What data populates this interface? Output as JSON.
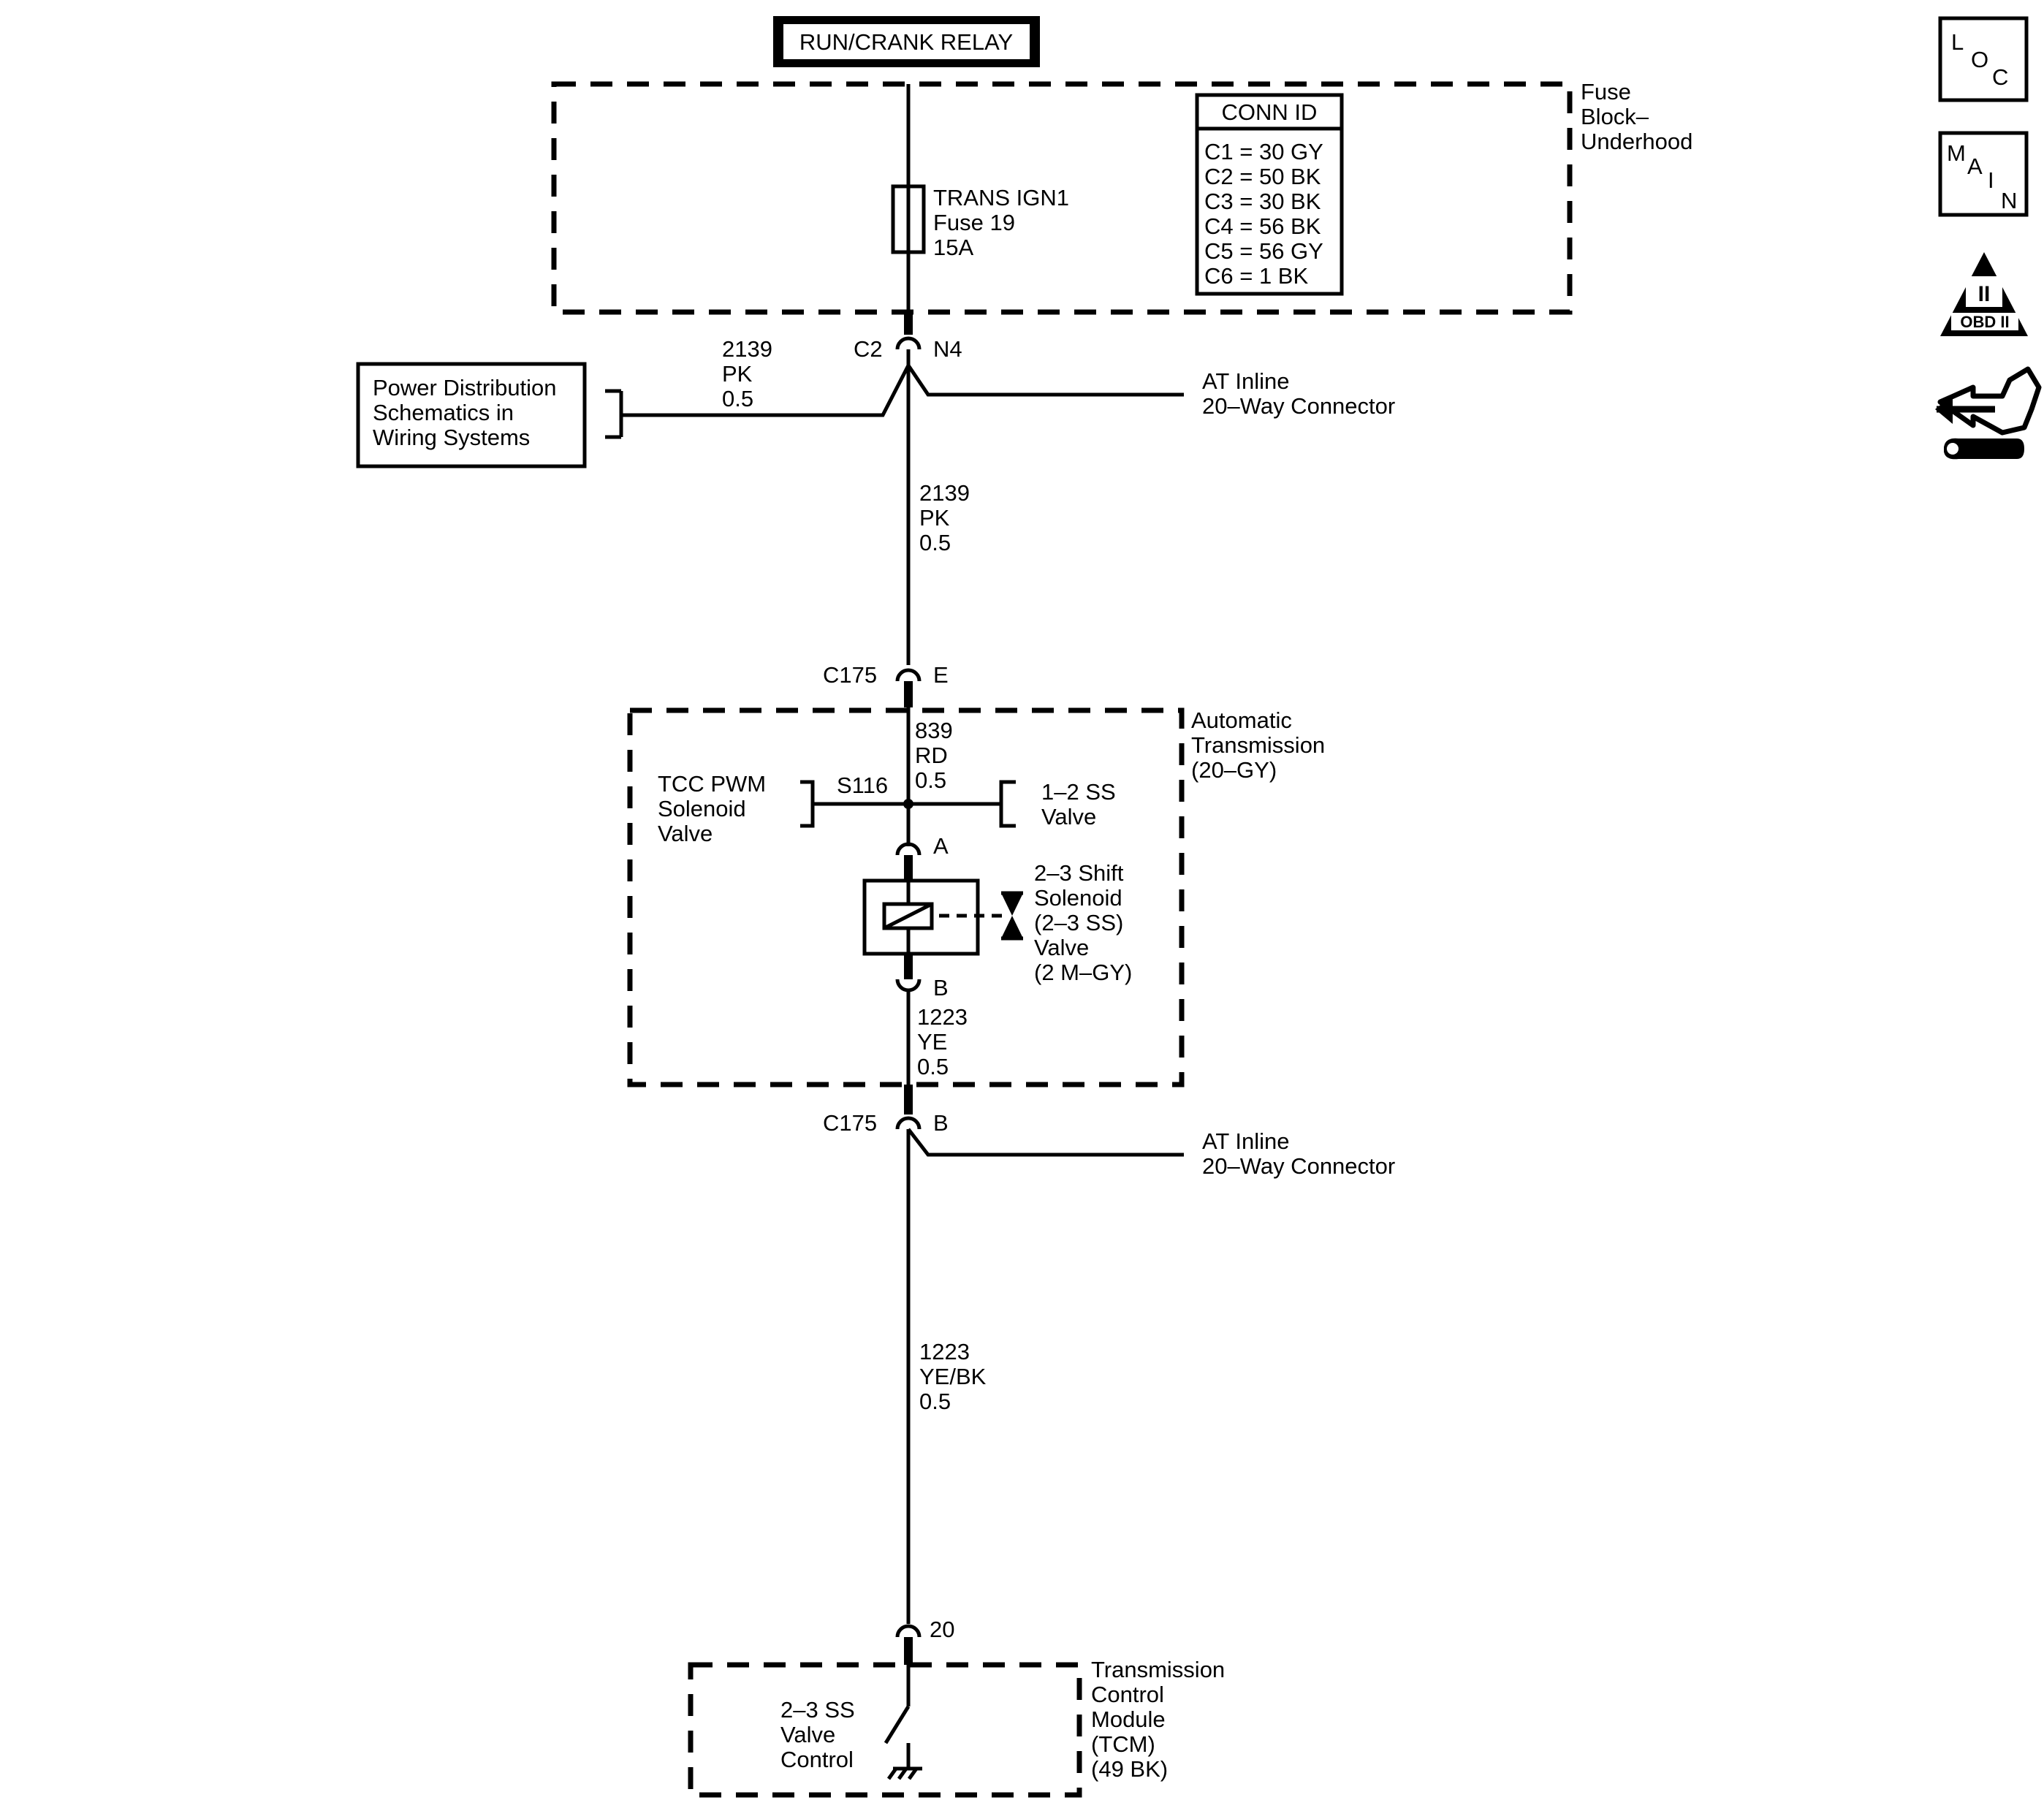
{
  "relay": {
    "label": "RUN/CRANK RELAY"
  },
  "fuse_block": {
    "label_lines": [
      "Fuse",
      "Block–",
      "Underhood"
    ],
    "fuse_lines": [
      "TRANS IGN1",
      "Fuse 19",
      "15A"
    ],
    "conn_id": {
      "title": "CONN ID",
      "rows": [
        "C1 = 30 GY",
        "C2 = 50 BK",
        "C3 = 30 BK",
        "C4 = 56 BK",
        "C5 = 56 GY",
        "C6 = 1 BK"
      ]
    }
  },
  "connectors": {
    "c2_name": "C2",
    "c2_pin": "N4",
    "c175_top_name": "C175",
    "c175_top_pin": "E",
    "c175_bottom_name": "C175",
    "c175_bottom_pin": "B",
    "pin_a": "A",
    "pin_b": "B",
    "tcm_pin": "20",
    "at_inline_top": [
      "AT Inline",
      "20–Way Connector"
    ],
    "at_inline_bottom": [
      "AT Inline",
      "20–Way Connector"
    ]
  },
  "power_distribution": {
    "lines": [
      "Power Distribution",
      "Schematics in",
      "Wiring Systems"
    ],
    "wire_lines": [
      "2139",
      "PK",
      "0.5"
    ]
  },
  "wires": {
    "main_2139": [
      "2139",
      "PK",
      "0.5"
    ],
    "w839": [
      "839",
      "RD",
      "0.5"
    ],
    "w1223_ye": [
      "1223",
      "YE",
      "0.5"
    ],
    "w1223_yebk": [
      "1223",
      "YE/BK",
      "0.5"
    ]
  },
  "transmission": {
    "label_lines": [
      "Automatic",
      "Transmission",
      "(20–GY)"
    ],
    "splice": "S116",
    "tcc_lines": [
      "TCC PWM",
      "Solenoid",
      "Valve"
    ],
    "ss12_lines": [
      "1–2 SS",
      "Valve"
    ],
    "solenoid_lines": [
      "2–3 Shift",
      "Solenoid",
      "(2–3 SS)",
      "Valve",
      "(2 M–GY)"
    ]
  },
  "tcm": {
    "label_lines": [
      "Transmission",
      "Control",
      "Module",
      "(TCM)",
      "(49 BK)"
    ],
    "control_lines": [
      "2–3 SS",
      "Valve",
      "Control"
    ]
  },
  "side_icons": {
    "loc": [
      "L",
      "O",
      "C"
    ],
    "main": [
      "M",
      "A",
      "I",
      "N"
    ],
    "obd_numeral": "II",
    "obd_text": "OBD II"
  }
}
